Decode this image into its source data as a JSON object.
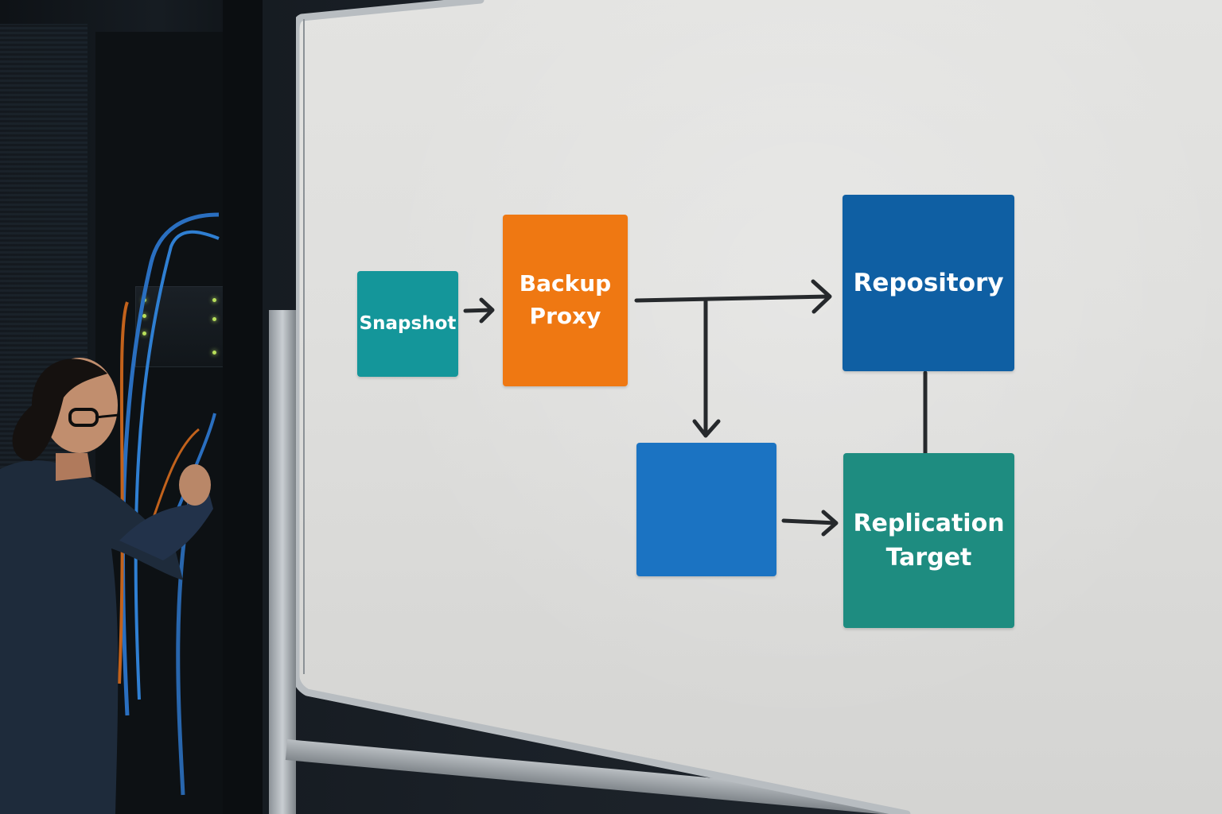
{
  "diagram": {
    "nodes": [
      {
        "id": "snapshot",
        "label": "Snapshot",
        "color": "#14969a"
      },
      {
        "id": "backup-proxy",
        "label": "Backup\nProxy",
        "color": "#ef7812"
      },
      {
        "id": "repository",
        "label": "Repository",
        "color": "#0f5fa3"
      },
      {
        "id": "unlabeled",
        "label": "",
        "color": "#1b73c2"
      },
      {
        "id": "replication-target",
        "label": "Replication\nTarget",
        "color": "#1e8c80"
      }
    ],
    "edges": [
      {
        "from": "snapshot",
        "to": "backup-proxy",
        "arrow": true
      },
      {
        "from": "backup-proxy",
        "to": "repository",
        "arrow": true
      },
      {
        "from": "backup-proxy",
        "to": "unlabeled",
        "arrow": true
      },
      {
        "from": "unlabeled",
        "to": "replication-target",
        "arrow": true
      },
      {
        "from": "repository",
        "to": "replication-target",
        "arrow": false
      }
    ]
  },
  "colors": {
    "arrow": "#26292c",
    "board": "#e0e0de",
    "frame": "#b8bdc1"
  }
}
